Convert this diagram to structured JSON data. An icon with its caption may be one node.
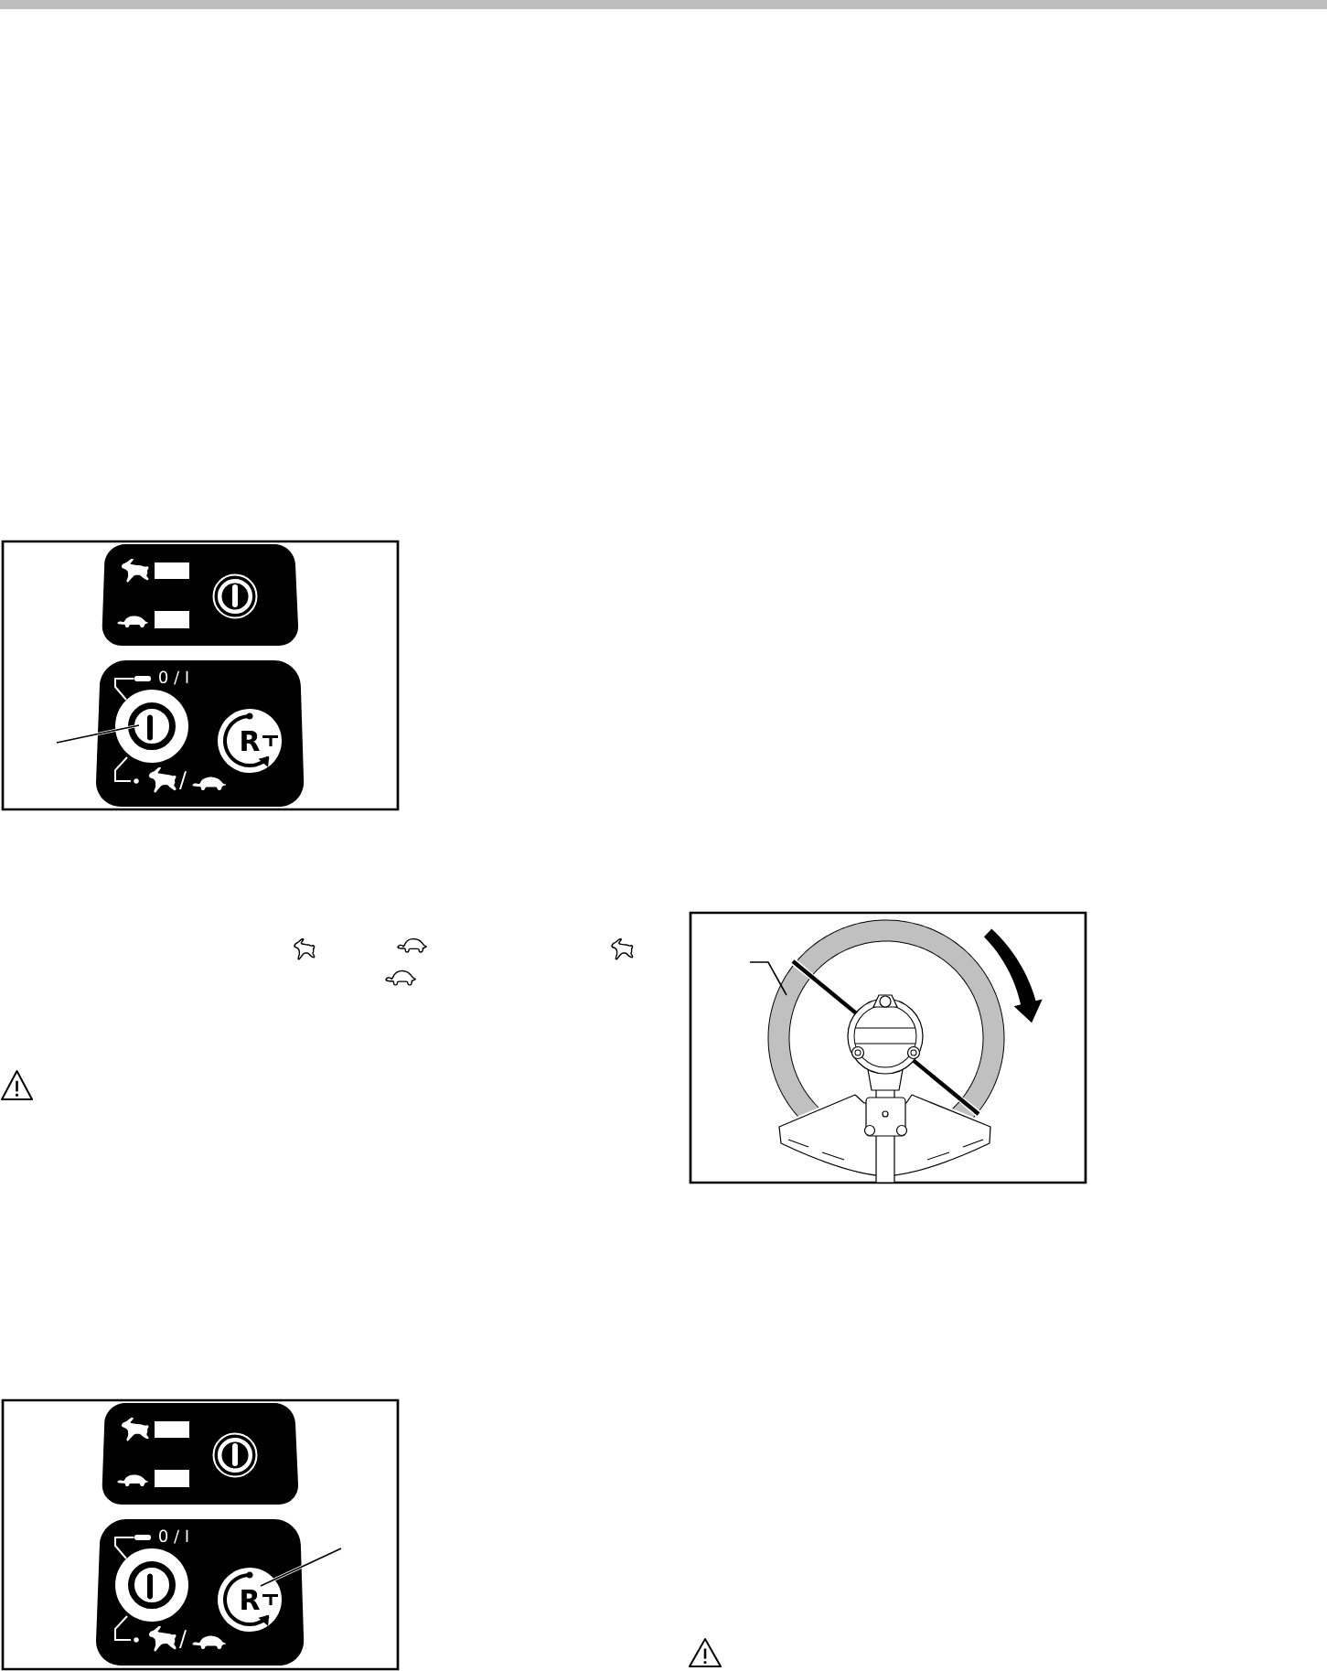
{
  "diagram": {
    "nodes": [
      {
        "text": [
          "0 / I",
          "/"
        ]
      },
      {
        "text": [],
        "shape": "circle",
        "in": 0
      },
      {
        "text": [
          "R"
        ],
        "in": 0
      },
      {
        "text": [],
        "shape": "ring"
      },
      {
        "text": [
          "0 / I",
          "/"
        ]
      },
      {
        "text": [],
        "shape": "circle",
        "in": 4
      },
      {
        "text": [
          "R"
        ],
        "in": 4
      }
    ],
    "edges": [
      {
        "from": null,
        "to": 1,
        "arrow": "none"
      },
      {
        "from": null,
        "to": 3,
        "arrow": "none",
        "color": "#000000"
      },
      {
        "from": null,
        "to": 6,
        "arrow": "none"
      }
    ]
  }
}
